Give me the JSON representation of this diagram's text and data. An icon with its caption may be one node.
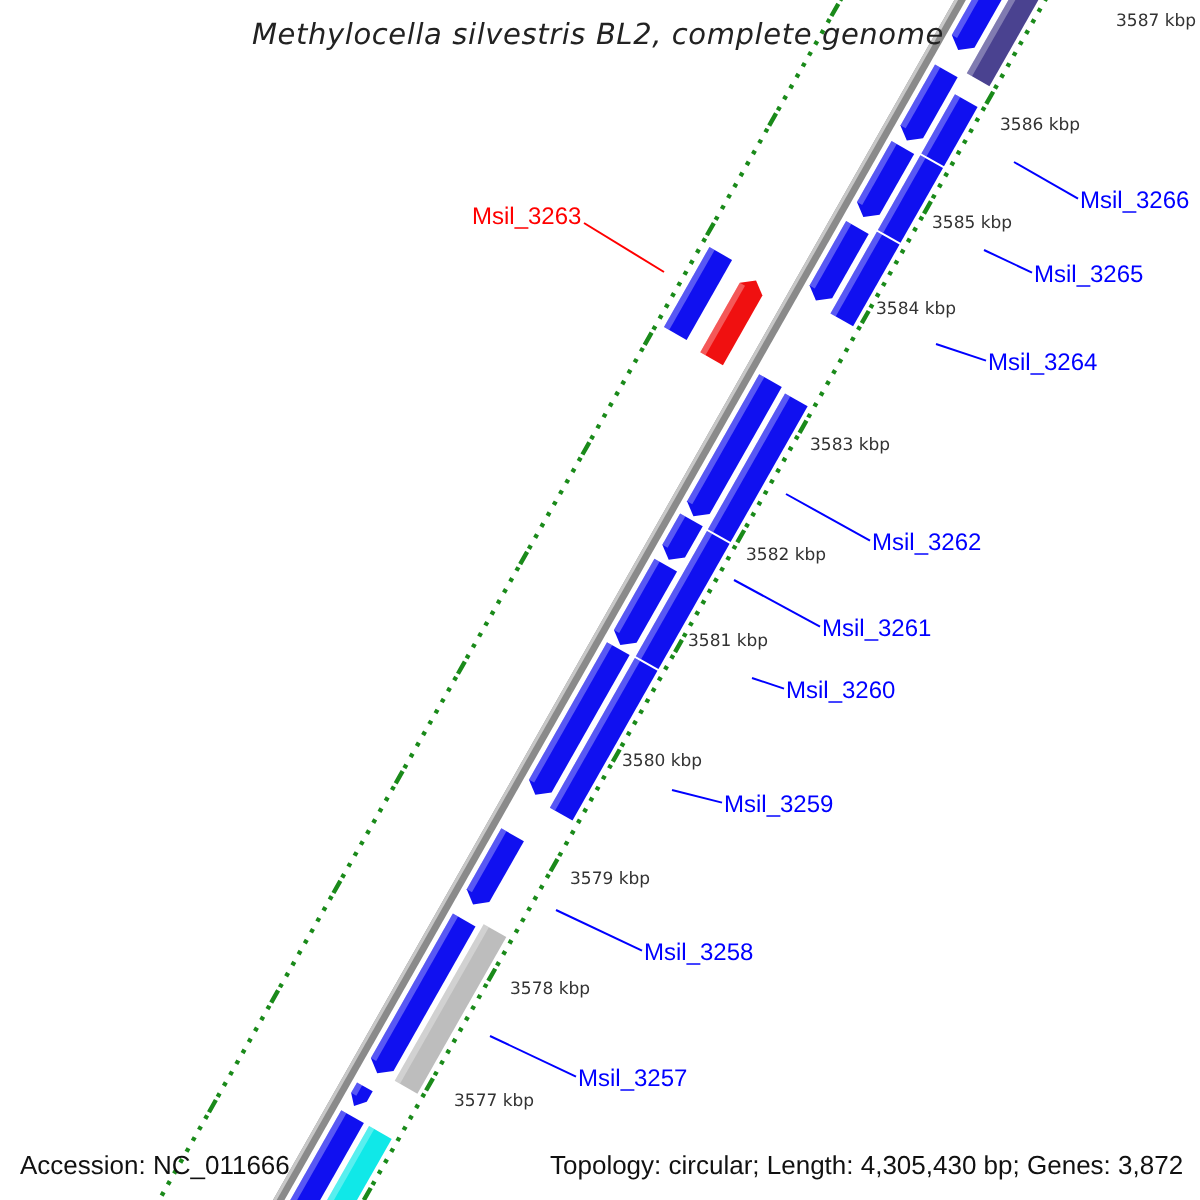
{
  "diagram": {
    "title": "Methylocella silvestris BL2, complete genome",
    "nodes": [
      {
        "text": [
          "Msil_3266"
        ]
      },
      {
        "text": [
          "Msil_3263"
        ]
      },
      {
        "text": [
          "Msil_3265"
        ]
      },
      {
        "text": [
          "Msil_3264"
        ]
      },
      {
        "text": [
          "Msil_3262"
        ]
      },
      {
        "text": [
          "Msil_3261"
        ]
      },
      {
        "text": [
          "Msil_3260"
        ]
      },
      {
        "text": [
          "Msil_3259"
        ]
      },
      {
        "text": [
          "Msil_3258"
        ]
      },
      {
        "text": [
          "Msil_3257"
        ]
      }
    ],
    "edges": [
      {
        "from": 0,
        "to": null,
        "arrow": "none"
      },
      {
        "from": 1,
        "to": null,
        "arrow": "none",
        "color": "#ff0000"
      },
      {
        "from": 2,
        "to": null,
        "arrow": "none"
      },
      {
        "from": 3,
        "to": null,
        "arrow": "none"
      },
      {
        "from": 4,
        "to": null,
        "arrow": "none"
      },
      {
        "from": 5,
        "to": null,
        "arrow": "none"
      },
      {
        "from": 6,
        "to": null,
        "arrow": "none"
      },
      {
        "from": 7,
        "to": null,
        "arrow": "none"
      },
      {
        "from": 8,
        "to": null,
        "arrow": "none"
      },
      {
        "from": 9,
        "to": null,
        "arrow": "none"
      }
    ],
    "labels": [
      "3587 kbp",
      "3586 kbp",
      "3585 kbp",
      "3584 kbp",
      "3583 kbp",
      "3582 kbp",
      "3581 kbp",
      "3580 kbp",
      "3579 kbp",
      "3578 kbp",
      "3577 kbp",
      "Accession: NC_011666",
      "Topology: circular; Length: 4,305,430 bp; Genes: 3,872"
    ]
  }
}
